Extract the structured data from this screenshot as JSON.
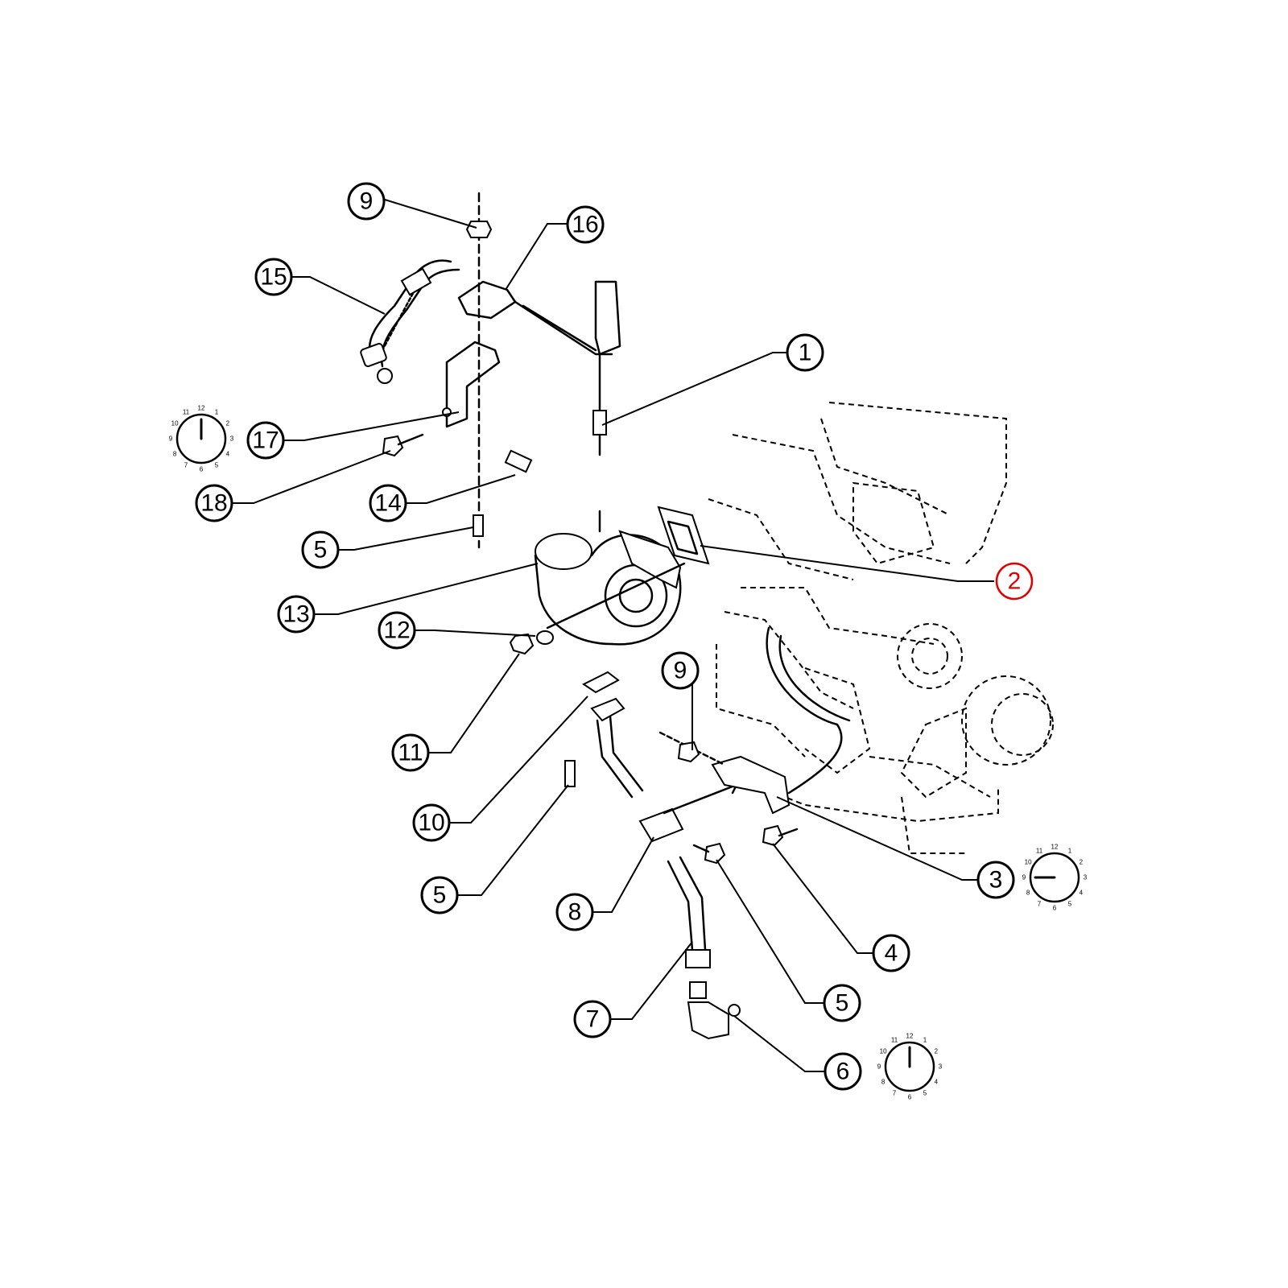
{
  "callouts": [
    {
      "id": "c9a",
      "label": "9"
    },
    {
      "id": "c16",
      "label": "16"
    },
    {
      "id": "c15",
      "label": "15"
    },
    {
      "id": "c1",
      "label": "1"
    },
    {
      "id": "c17",
      "label": "17"
    },
    {
      "id": "c18",
      "label": "18"
    },
    {
      "id": "c14",
      "label": "14"
    },
    {
      "id": "c5a",
      "label": "5"
    },
    {
      "id": "c2",
      "label": "2",
      "highlight": true
    },
    {
      "id": "c13",
      "label": "13"
    },
    {
      "id": "c12",
      "label": "12"
    },
    {
      "id": "c9b",
      "label": "9"
    },
    {
      "id": "c11",
      "label": "11"
    },
    {
      "id": "c10",
      "label": "10"
    },
    {
      "id": "c5b",
      "label": "5"
    },
    {
      "id": "c3",
      "label": "3"
    },
    {
      "id": "c8",
      "label": "8"
    },
    {
      "id": "c4",
      "label": "4"
    },
    {
      "id": "c5c",
      "label": "5"
    },
    {
      "id": "c7",
      "label": "7"
    },
    {
      "id": "c6",
      "label": "6"
    }
  ],
  "torque_dials": [
    {
      "id": "dial-top-left",
      "hand": "12"
    },
    {
      "id": "dial-right",
      "hand": "9"
    },
    {
      "id": "dial-bottom",
      "hand": "12"
    }
  ],
  "dial_numbers": [
    "12",
    "1",
    "2",
    "3",
    "4",
    "5",
    "6",
    "7",
    "8",
    "9",
    "10",
    "11"
  ],
  "colors": {
    "line": "#000000",
    "highlight": "#e00000",
    "background": "#ffffff"
  }
}
